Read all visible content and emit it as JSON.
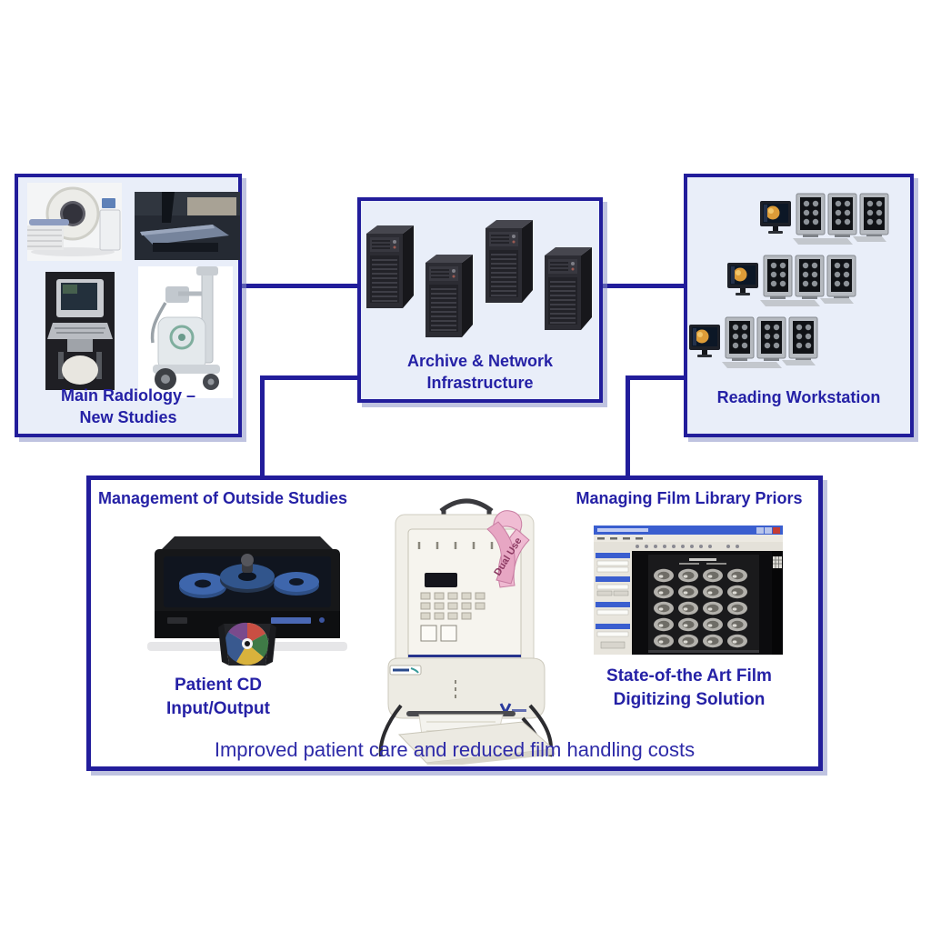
{
  "boxes": {
    "main_radiology": {
      "line1": "Main Radiology –",
      "line2": "New Studies"
    },
    "archive": {
      "line1": "Archive & Network",
      "line2": "Infrastructure"
    },
    "reading": {
      "label": "Reading Workstation"
    },
    "management": {
      "left_header": "Management of Outside Studies",
      "right_header": "Managing Film Library Priors",
      "cd_line1": "Patient CD",
      "cd_line2": "Input/Output",
      "film_line1": "State-of-the Art Film",
      "film_line2": "Digitizing Solution",
      "footer": "Improved patient care and reduced film handling costs"
    }
  },
  "ribbon": {
    "label": "Dual Use"
  },
  "colors": {
    "connector_navy": "#221d9b",
    "panel_fill": "#e9eef9",
    "label_blue": "#2521a6",
    "ribbon_pink": "#e7a6c3"
  }
}
